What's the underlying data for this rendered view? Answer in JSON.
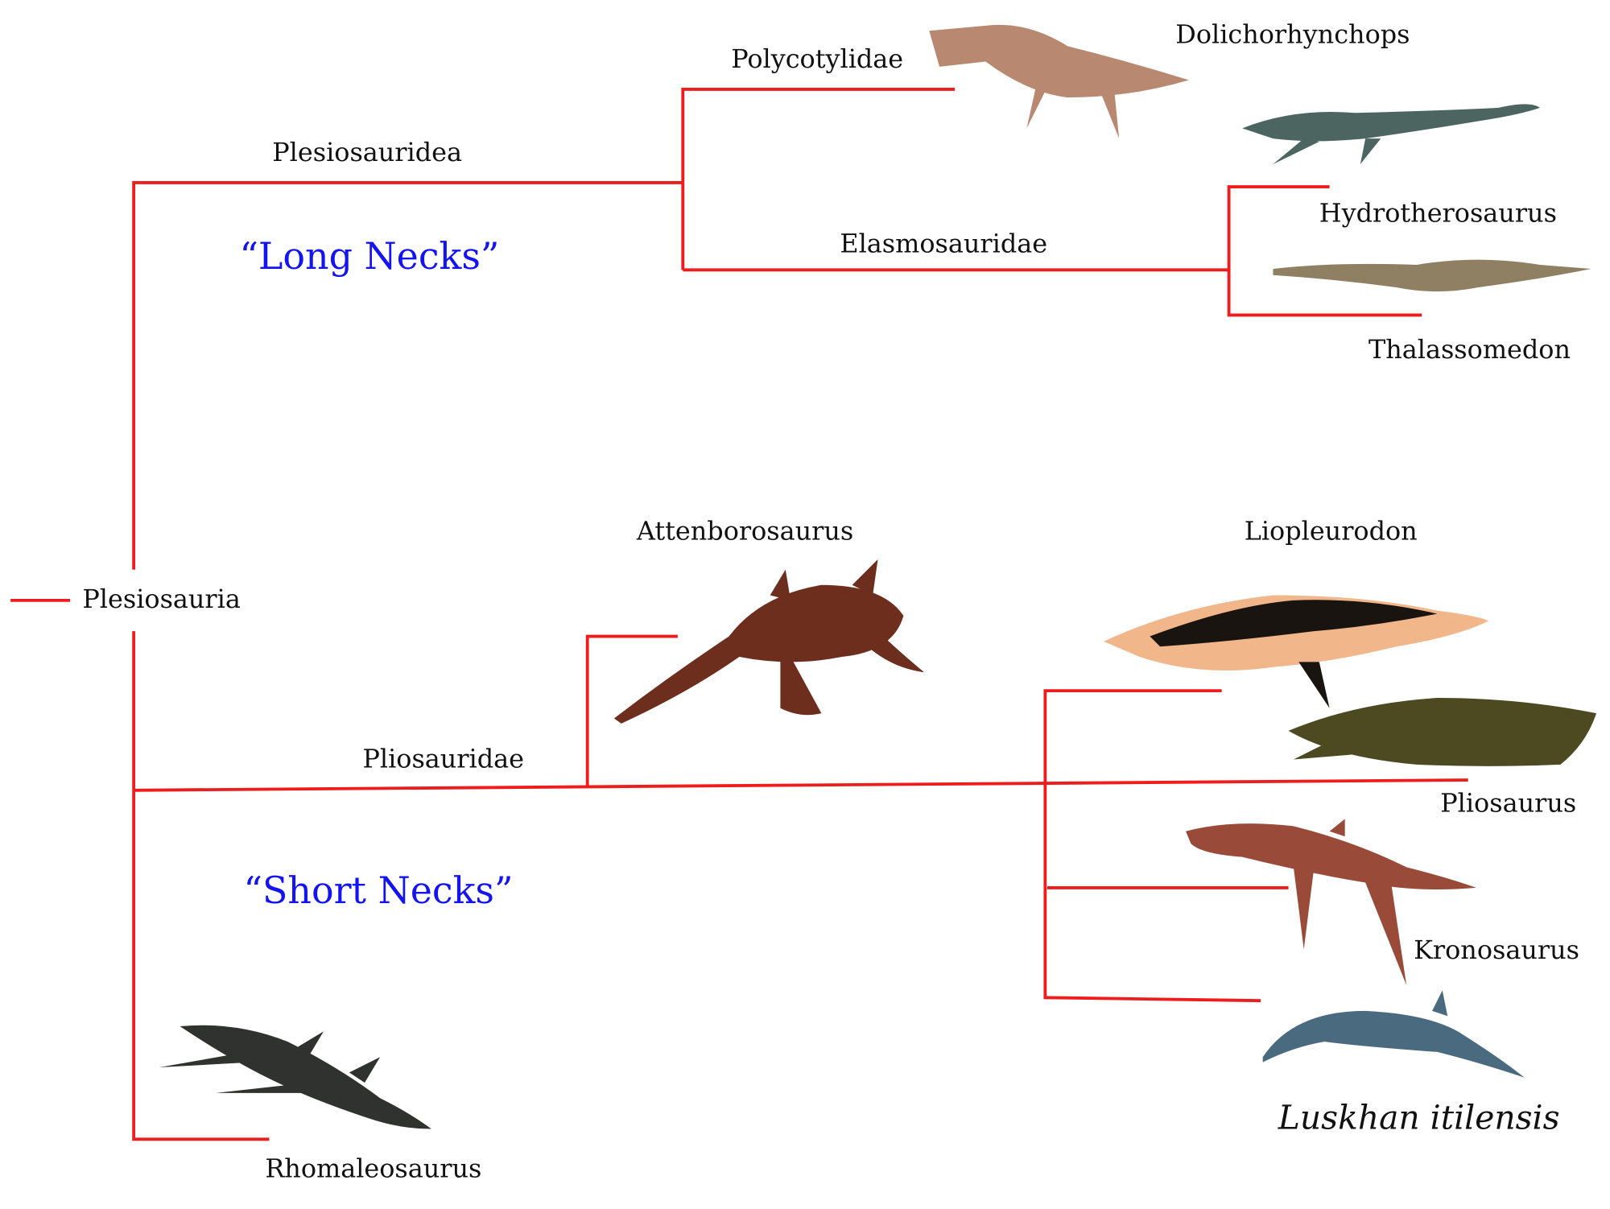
{
  "root": "Plesiosauria",
  "clades": {
    "plesiosauridea": "Plesiosauridea",
    "polycotylidae": "Polycotylidae",
    "elasmosauridae": "Elasmosauridae",
    "pliosauridae": "Pliosauridae"
  },
  "groups": {
    "long_necks": "“Long Necks”",
    "short_necks": "“Short Necks”"
  },
  "taxa": {
    "dolichorhynchops": "Dolichorhynchops",
    "hydrotherosaurus": "Hydrotherosaurus",
    "thalassomedon": "Thalassomedon",
    "attenborosaurus": "Attenborosaurus",
    "liopleurodon": "Liopleurodon",
    "pliosaurus": "Pliosaurus",
    "kronosaurus": "Kronosaurus",
    "luskhan": "Luskhan itilensis",
    "rhomaleosaurus": "Rhomaleosaurus"
  },
  "colors": {
    "branch": "#ee1c1c",
    "group_label": "#1414f0"
  }
}
